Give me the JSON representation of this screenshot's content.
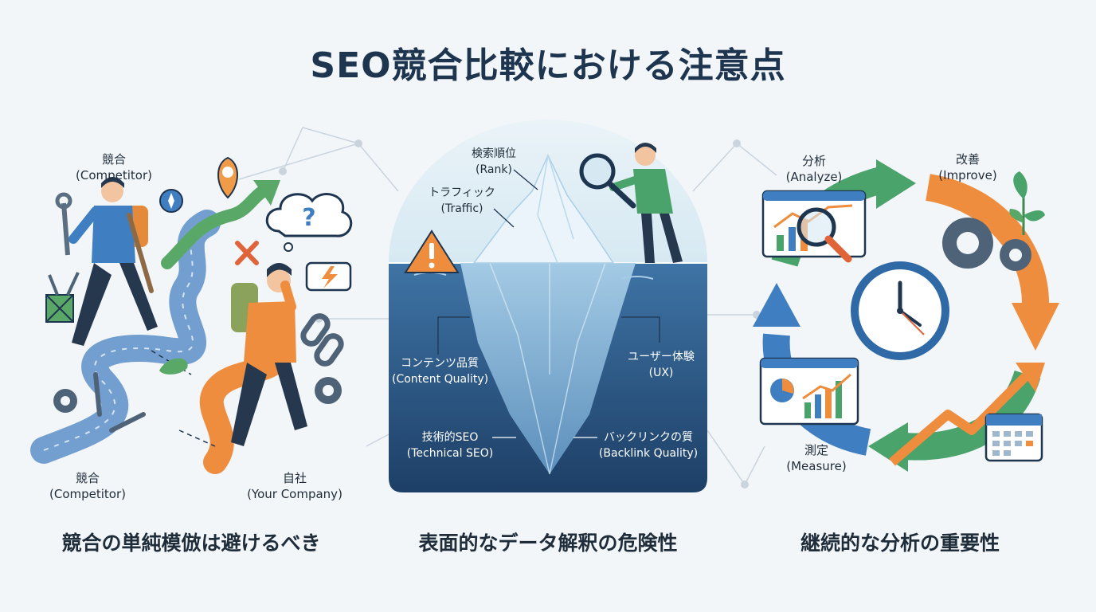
{
  "title": "SEO競合比較における注意点",
  "panel_left": {
    "top_label": {
      "ja": "競合",
      "en": "(Competitor)"
    },
    "bottom_left_label": {
      "ja": "競合",
      "en": "(Competitor)"
    },
    "bottom_right_label": {
      "ja": "自社",
      "en": "(Your Company)"
    },
    "caption": "競合の単純模倣は避けるべき"
  },
  "panel_middle": {
    "rank": {
      "ja": "検索順位",
      "en": "(Rank)"
    },
    "traffic": {
      "ja": "トラフィック",
      "en": "(Traffic)"
    },
    "content": {
      "ja": "コンテンツ品質",
      "en": "(Content Quality)"
    },
    "ux": {
      "ja": "ユーザー体験",
      "en": "(UX)"
    },
    "technical": {
      "ja": "技術的SEO",
      "en": "(Technical SEO)"
    },
    "backlink": {
      "ja": "バックリンクの質",
      "en": "(Backlink Quality)"
    },
    "caption": "表面的なデータ解釈の危険性"
  },
  "panel_right": {
    "analyze": {
      "ja": "分析",
      "en": "(Analyze)"
    },
    "improve": {
      "ja": "改善",
      "en": "(Improve)"
    },
    "measure": {
      "ja": "測定",
      "en": "(Measure)"
    },
    "caption": "継続的な分析の重要性"
  },
  "colors": {
    "navy": "#1e3550",
    "green": "#4aa36a",
    "orange": "#ee8a3c",
    "blue": "#3f7fc1",
    "water": "#2b5c8c"
  }
}
